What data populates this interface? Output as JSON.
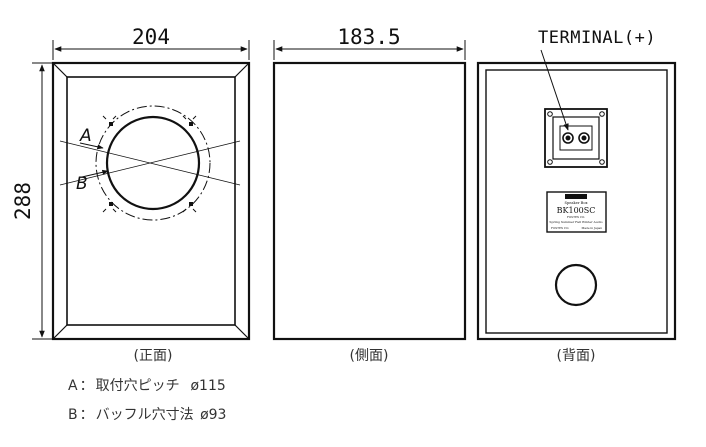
{
  "dimensions": {
    "width": "204",
    "depth": "183.5",
    "height": "288"
  },
  "labels": {
    "terminal": "TERMINAL(+)",
    "marker_a": "A",
    "marker_b": "B"
  },
  "captions": {
    "front": "(正面)",
    "side": "(側面)",
    "back": "(背面)"
  },
  "nameplate": {
    "brand": "FOSTEX",
    "line1": "Speaker Box",
    "model": "BK100SC",
    "line2": "FOSTEX CO.",
    "line3": "Spring Summer Fall Winter Audio",
    "line4": "FOSTEX CO.",
    "line5": "Made in Japan"
  },
  "notes": [
    {
      "key": "A",
      "sep": "：",
      "text": "取付穴ピッチ",
      "value": "ø115"
    },
    {
      "key": "B",
      "sep": "：",
      "text": "バッフル穴寸法",
      "value": "ø93"
    }
  ]
}
